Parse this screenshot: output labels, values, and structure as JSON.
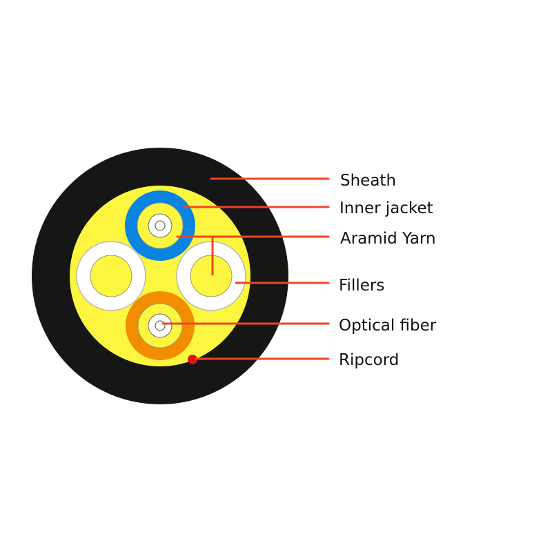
{
  "labels": {
    "sheath": "Sheath",
    "inner_jacket": "Inner jacket",
    "aramid_yarn": "Aramid Yarn",
    "fillers": "Fillers",
    "optical_fiber": "Optical fiber",
    "ripcord": "Ripcord"
  },
  "colors": {
    "sheath": "#161616",
    "aramid_yarn": "#fdf640",
    "inner_jacket_blue": "#0a84e0",
    "inner_jacket_orange": "#f28c00",
    "filler": "#ffffff",
    "filler_outline": "#b8b8b8",
    "ripcord": "#e01010",
    "leader_line": "#ee4422",
    "background": "#ffffff"
  }
}
